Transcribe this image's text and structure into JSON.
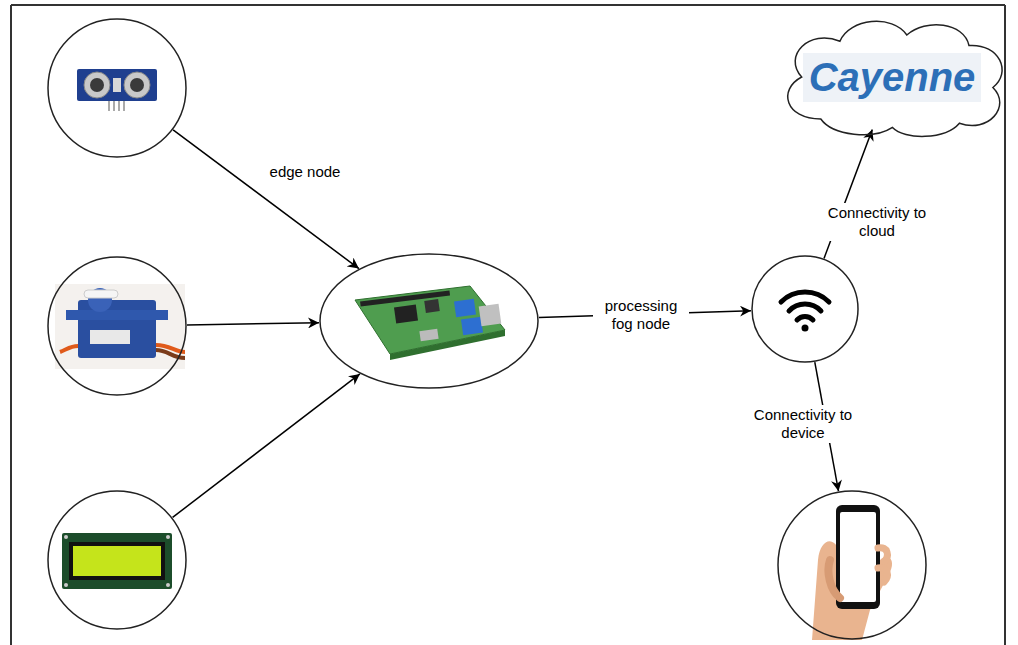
{
  "diagram": {
    "nodes": [
      {
        "text": []
      },
      {
        "text": []
      },
      {
        "text": []
      },
      {
        "text": []
      },
      {
        "text": []
      },
      {
        "text": [
          "Cayenne"
        ]
      },
      {
        "text": []
      }
    ],
    "edges": [
      {
        "from": 0,
        "to": 3,
        "arrow": "to",
        "label": "edge node"
      },
      {
        "from": 1,
        "to": 3,
        "arrow": "to"
      },
      {
        "from": 2,
        "to": 3,
        "arrow": "to"
      },
      {
        "from": 3,
        "to": 4,
        "arrow": "to",
        "label": "processing fog node"
      },
      {
        "from": 4,
        "to": 5,
        "arrow": "to",
        "label": "Connectivity to cloud"
      },
      {
        "from": 4,
        "to": 6,
        "arrow": "to",
        "label": "Connectivity to device"
      }
    ]
  }
}
